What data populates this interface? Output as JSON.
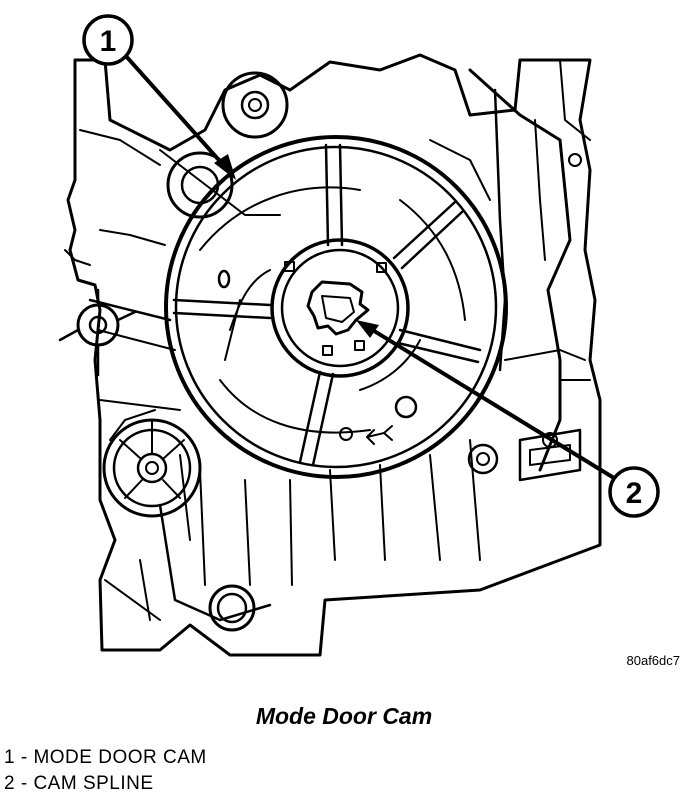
{
  "diagram": {
    "callouts": [
      {
        "number": "1"
      },
      {
        "number": "2"
      }
    ],
    "image_id": "80af6dc7",
    "caption": "Mode Door Cam",
    "legend": [
      {
        "text": "1 - MODE DOOR CAM"
      },
      {
        "text": "2 - CAM SPLINE"
      }
    ]
  }
}
